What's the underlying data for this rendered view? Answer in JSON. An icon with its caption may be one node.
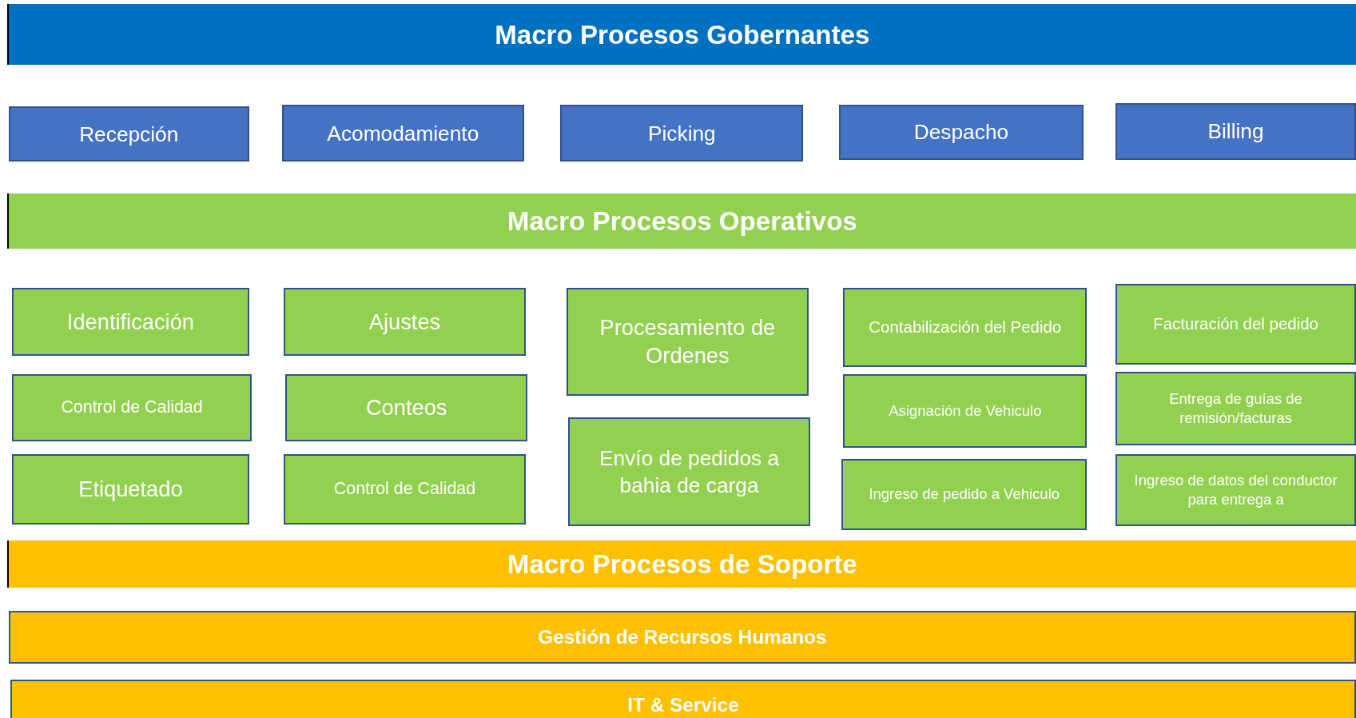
{
  "diagram": {
    "nodes": [
      {
        "text": [
          "Macro Procesos Gobernantes"
        ]
      },
      {
        "text": [
          "Recepción"
        ]
      },
      {
        "text": [
          "Acomodamiento"
        ]
      },
      {
        "text": [
          "Picking"
        ]
      },
      {
        "text": [
          "Despacho"
        ]
      },
      {
        "text": [
          "Billing"
        ]
      },
      {
        "text": [
          "Macro Procesos Operativos"
        ]
      },
      {
        "text": [
          "Identificación"
        ]
      },
      {
        "text": [
          "Ajustes"
        ]
      },
      {
        "text": [
          "Procesamiento de Ordenes"
        ]
      },
      {
        "text": [
          "Contabilización del Pedido"
        ]
      },
      {
        "text": [
          "Facturación del pedido"
        ]
      },
      {
        "text": [
          "Control de Calidad"
        ]
      },
      {
        "text": [
          "Conteos"
        ]
      },
      {
        "text": [
          "Asignación de Vehiculo"
        ]
      },
      {
        "text": [
          "Entrega de guías de remisión/facturas"
        ]
      },
      {
        "text": [
          "Envío de pedidos a bahia de carga"
        ]
      },
      {
        "text": [
          "Etiquetado"
        ]
      },
      {
        "text": [
          "Control de Calidad"
        ]
      },
      {
        "text": [
          "Ingreso de pedido a Vehiculo"
        ]
      },
      {
        "text": [
          "Ingreso de datos del conductor para entrega a"
        ]
      },
      {
        "text": [
          "Macro Procesos de Soporte"
        ]
      },
      {
        "text": [
          "Gestión de Recursos Humanos"
        ]
      },
      {
        "text": [
          "IT & Service"
        ]
      }
    ]
  }
}
